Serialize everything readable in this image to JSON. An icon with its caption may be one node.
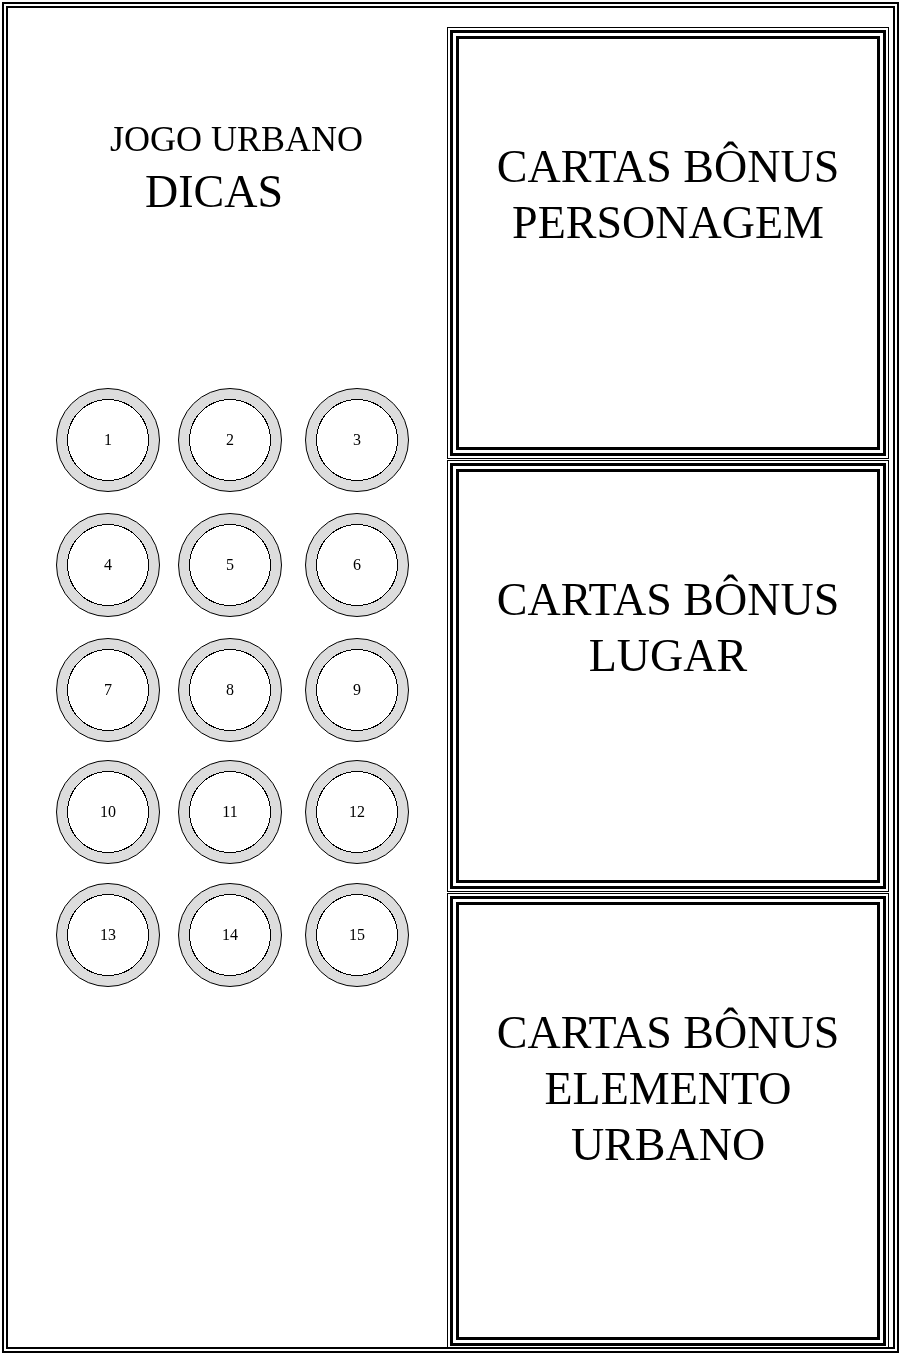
{
  "diagram": {
    "title": "JOGO URBANO",
    "nodes": [
      {
        "text": [
          "CARTAS BÔNUS PERSONAGEM"
        ]
      },
      {
        "text": [
          "CARTAS BÔNUS LUGAR"
        ]
      },
      {
        "text": [
          "CARTAS BÔNUS ELEMENTO URBANO"
        ]
      },
      {
        "text": [
          "1"
        ]
      },
      {
        "text": [
          "2"
        ]
      },
      {
        "text": [
          "3"
        ]
      },
      {
        "text": [
          "4"
        ]
      },
      {
        "text": [
          "5"
        ]
      },
      {
        "text": [
          "6"
        ]
      },
      {
        "text": [
          "7"
        ]
      },
      {
        "text": [
          "8"
        ]
      },
      {
        "text": [
          "9"
        ]
      },
      {
        "text": [
          "10"
        ]
      },
      {
        "text": [
          "11"
        ]
      },
      {
        "text": [
          "12"
        ]
      },
      {
        "text": [
          "13"
        ]
      },
      {
        "text": [
          "14"
        ]
      },
      {
        "text": [
          "15"
        ]
      }
    ],
    "labels": [
      "DICAS"
    ]
  }
}
